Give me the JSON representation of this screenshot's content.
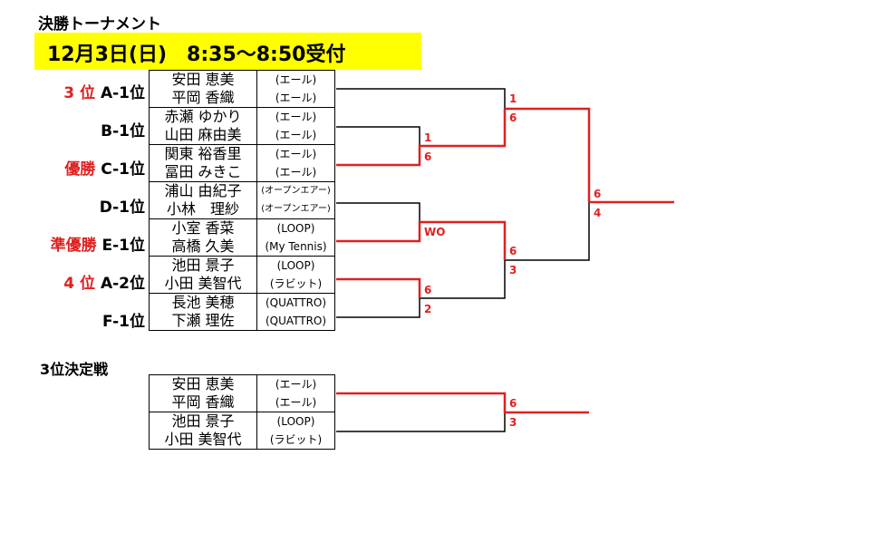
{
  "title": "決勝トーナメント",
  "date_line": "12月3日(日)　8:35～8:50受付",
  "colors": {
    "highlight": "#ffff00",
    "winner_line": "#e02020",
    "loser_line": "#000000"
  },
  "seeds": [
    {
      "place": "3 位",
      "seed": "A-1位"
    },
    {
      "place": "",
      "seed": "B-1位"
    },
    {
      "place": "優勝",
      "seed": "C-1位"
    },
    {
      "place": "",
      "seed": "D-1位"
    },
    {
      "place": "準優勝",
      "seed": "E-1位"
    },
    {
      "place": "4 位",
      "seed": "A-2位"
    },
    {
      "place": "",
      "seed": "F-1位"
    }
  ],
  "pairs": [
    [
      {
        "name": "安田 恵美",
        "club": "(エール)"
      },
      {
        "name": "平岡 香織",
        "club": "(エール)"
      }
    ],
    [
      {
        "name": "赤瀬 ゆかり",
        "club": "(エール)"
      },
      {
        "name": "山田 麻由美",
        "club": "(エール)"
      }
    ],
    [
      {
        "name": "関東 裕香里",
        "club": "(エール)"
      },
      {
        "name": "冨田 みきこ",
        "club": "(エール)"
      }
    ],
    [
      {
        "name": "浦山 由紀子",
        "club": "(オープンエアー)"
      },
      {
        "name": "小林　理紗",
        "club": "(オープンエアー)"
      }
    ],
    [
      {
        "name": "小室 香菜",
        "club": "(LOOP)"
      },
      {
        "name": "高橋 久美",
        "club": "(My Tennis)"
      }
    ],
    [
      {
        "name": "池田 景子",
        "club": "(LOOP)"
      },
      {
        "name": "小田 美智代",
        "club": "(ラビット)"
      }
    ],
    [
      {
        "name": "長池 美穂",
        "club": "(QUATTRO)"
      },
      {
        "name": "下瀬 理佐",
        "club": "(QUATTRO)"
      }
    ]
  ],
  "scores": {
    "r1_bc_top": "1",
    "r1_bc_bot": "6",
    "r1_de": "WO",
    "r1_af_top": "6",
    "r1_af_bot": "2",
    "sf1_top": "1",
    "sf1_bot": "6",
    "sf2_top": "6",
    "sf2_bot": "3",
    "final_top": "6",
    "final_bot": "4"
  },
  "third_place": {
    "title": "3位決定戦",
    "pairs": [
      [
        {
          "name": "安田 恵美",
          "club": "(エール)"
        },
        {
          "name": "平岡 香織",
          "club": "(エール)"
        }
      ],
      [
        {
          "name": "池田 景子",
          "club": "(LOOP)"
        },
        {
          "name": "小田 美智代",
          "club": "(ラビット)"
        }
      ]
    ],
    "score_top": "6",
    "score_bot": "3"
  }
}
